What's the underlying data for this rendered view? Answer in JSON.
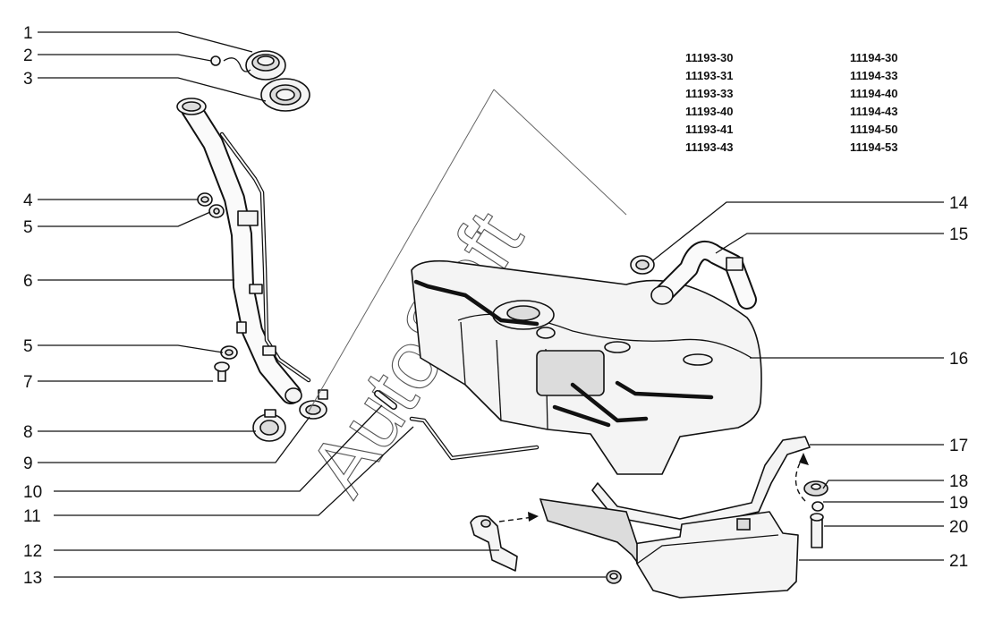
{
  "callouts": [
    {
      "id": "1",
      "label": "1"
    },
    {
      "id": "2",
      "label": "2"
    },
    {
      "id": "3",
      "label": "3"
    },
    {
      "id": "4",
      "label": "4"
    },
    {
      "id": "5a",
      "label": "5"
    },
    {
      "id": "6",
      "label": "6"
    },
    {
      "id": "5b",
      "label": "5"
    },
    {
      "id": "7",
      "label": "7"
    },
    {
      "id": "8",
      "label": "8"
    },
    {
      "id": "9",
      "label": "9"
    },
    {
      "id": "10",
      "label": "10"
    },
    {
      "id": "11",
      "label": "11"
    },
    {
      "id": "12",
      "label": "12"
    },
    {
      "id": "13",
      "label": "13"
    },
    {
      "id": "14",
      "label": "14"
    },
    {
      "id": "15",
      "label": "15"
    },
    {
      "id": "16",
      "label": "16"
    },
    {
      "id": "17",
      "label": "17"
    },
    {
      "id": "18",
      "label": "18"
    },
    {
      "id": "19",
      "label": "19"
    },
    {
      "id": "20",
      "label": "20"
    },
    {
      "id": "21",
      "label": "21"
    }
  ],
  "model_codes": {
    "left": [
      "11193-30",
      "11193-31",
      "11193-33",
      "11193-40",
      "11193-41",
      "11193-43"
    ],
    "right": [
      "11194-30",
      "11194-33",
      "11194-40",
      "11194-43",
      "11194-50",
      "11194-53"
    ]
  },
  "watermark": "AutoSoft"
}
